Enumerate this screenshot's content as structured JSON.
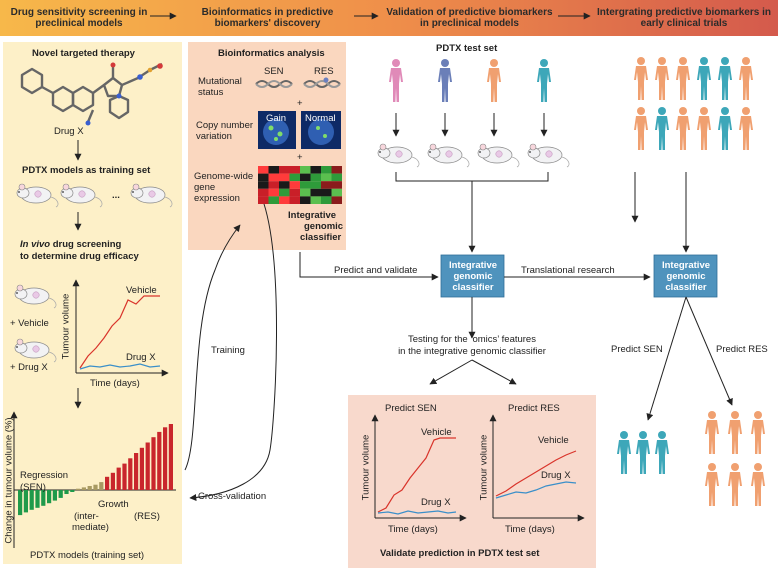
{
  "header": {
    "stage1": "Drug sensitivity screening in preclinical models",
    "stage2": "Bioinformatics in predictive biomarkers' discovery",
    "stage3": "Validation of predictive biomarkers in preclinical models",
    "stage4": "Intergrating predictive biomarkers in early clinical trials"
  },
  "left_panel": {
    "therapy_title": "Novel targeted therapy",
    "drug_label": "Drug X",
    "pdtx_training": "PDTX models as training set",
    "mice_ellipsis": "...",
    "screening_title_italic": "In vivo",
    "screening_title_rest": " drug screening",
    "screening_title_line2": "to determine drug efficacy",
    "plus_vehicle": "+ Vehicle",
    "plus_drug": "+ Drug X",
    "y_label": "Tumour volume",
    "x_label": "Time (days)",
    "vehicle_label": "Vehicle",
    "drug_curve_label": "Drug X",
    "waterfall_y_label": "Change in tumour volume (%)",
    "regression_label": "Regression",
    "regression_sub": "(SEN)",
    "growth_label": "Growth",
    "res_label": "(RES)",
    "intermediate_label1": "(inter-",
    "intermediate_label2": "mediate)",
    "waterfall_x_label": "PDTX models (training set)"
  },
  "bioinfo_panel": {
    "title": "Bioinformatics analysis",
    "mutational_line1": "Mutational",
    "mutational_line2": "status",
    "sen": "SEN",
    "res": "RES",
    "plus1": "+",
    "cnv_line1": "Copy number",
    "cnv_line2": "variation",
    "gain": "Gain",
    "normal": "Normal",
    "plus2": "+",
    "gex_line1": "Genome-wide",
    "gex_line2": "gene",
    "gex_line3": "expression",
    "classifier_line1": "Integrative",
    "classifier_line2": "genomic",
    "classifier_line3": "classifier"
  },
  "middle": {
    "training": "Training",
    "cross_validation": "Cross-validation",
    "pdtx_test_set": "PDTX test set",
    "predict_validate": "Predict and validate",
    "box1_line1": "Integrative",
    "box1_line2": "genomic",
    "box1_line3": "classifier",
    "translational": "Translational research",
    "box2_line1": "Integrative",
    "box2_line2": "genomic",
    "box2_line3": "classifier",
    "testing_line1": "Testing for the ‘omics’ features",
    "testing_line2": "in the integrative genomic classifier"
  },
  "validation_panel": {
    "predict_sen": "Predict SEN",
    "predict_res": "Predict RES",
    "y_label": "Tumour volume",
    "x_label": "Time (days)",
    "vehicle": "Vehicle",
    "drug": "Drug X",
    "footer": "Validate prediction in PDTX test set"
  },
  "clinical": {
    "predict_sen": "Predict SEN",
    "predict_res": "Predict RES"
  },
  "colors": {
    "banner_start": "#f5b041",
    "banner_end": "#d0584a",
    "left_panel_bg": "#fdf0c8",
    "bioinfo_bg": "#fad7bf",
    "validation_bg": "#f8d9cc",
    "classifier_box": "#4f93bd",
    "vehicle_curve": "#d9342b",
    "drug_curve": "#3a8fc9",
    "sen_bar": "#1f9a4a",
    "intermediate_bar": "#a89a62",
    "res_bar": "#c9262c",
    "person_pink": "#e08ab8",
    "person_blue": "#6b7fb8",
    "person_orange": "#f0a070",
    "person_teal": "#3da7b9"
  },
  "waterfall_data": {
    "values": [
      -38,
      -34,
      -30,
      -27,
      -24,
      -20,
      -16,
      -12,
      -6,
      -3,
      2,
      4,
      6,
      8,
      12,
      20,
      26,
      34,
      40,
      48,
      56,
      64,
      72,
      80,
      88,
      95,
      100
    ],
    "sen_count": 10,
    "intermediate_count": 5
  }
}
